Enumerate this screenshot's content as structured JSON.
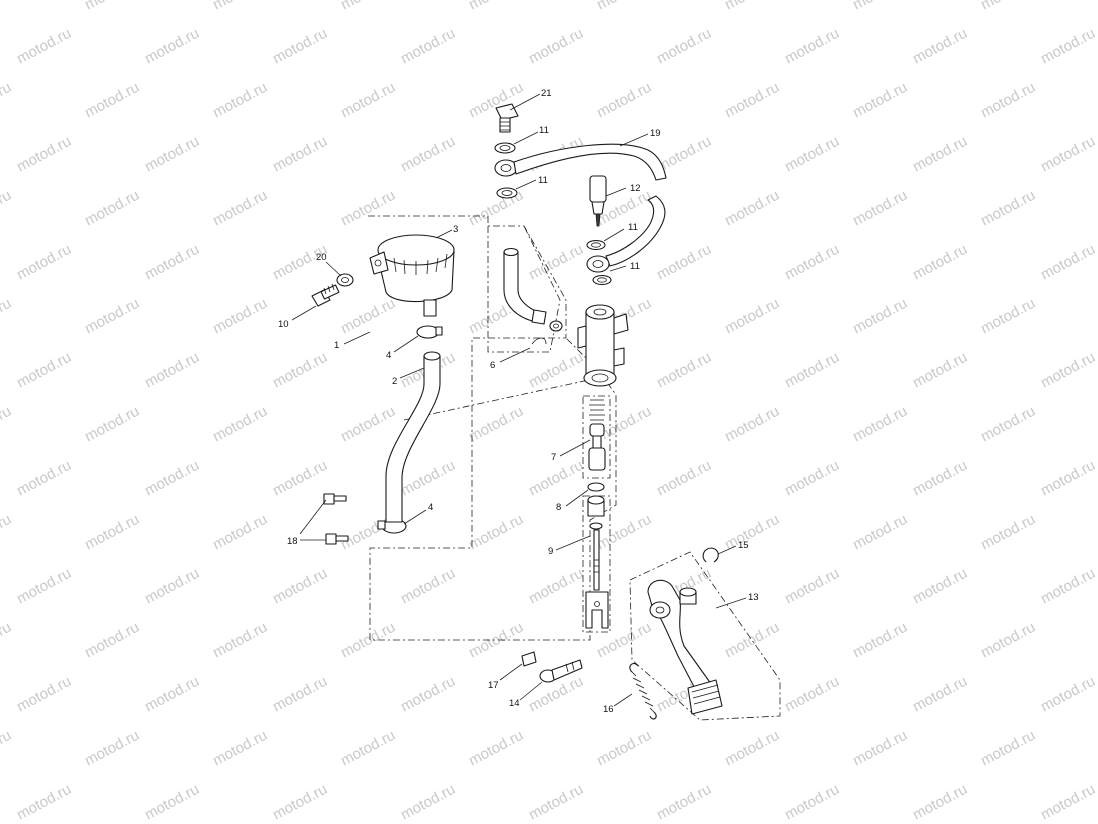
{
  "watermark": {
    "text": "motod.ru",
    "color": "#c9c9c9"
  },
  "callouts": [
    {
      "id": "c1",
      "label": "1"
    },
    {
      "id": "c2",
      "label": "2"
    },
    {
      "id": "c3",
      "label": "3"
    },
    {
      "id": "c4a",
      "label": "4"
    },
    {
      "id": "c4b",
      "label": "4"
    },
    {
      "id": "c6",
      "label": "6"
    },
    {
      "id": "c7",
      "label": "7"
    },
    {
      "id": "c8",
      "label": "8"
    },
    {
      "id": "c9",
      "label": "9"
    },
    {
      "id": "c10",
      "label": "10"
    },
    {
      "id": "c11a",
      "label": "11"
    },
    {
      "id": "c11b",
      "label": "11"
    },
    {
      "id": "c11c",
      "label": "11"
    },
    {
      "id": "c11d",
      "label": "11"
    },
    {
      "id": "c12",
      "label": "12"
    },
    {
      "id": "c13",
      "label": "13"
    },
    {
      "id": "c14",
      "label": "14"
    },
    {
      "id": "c15",
      "label": "15"
    },
    {
      "id": "c16",
      "label": "16"
    },
    {
      "id": "c17",
      "label": "17"
    },
    {
      "id": "c18",
      "label": "18"
    },
    {
      "id": "c19",
      "label": "19"
    },
    {
      "id": "c20",
      "label": "20"
    },
    {
      "id": "c21",
      "label": "21"
    }
  ]
}
